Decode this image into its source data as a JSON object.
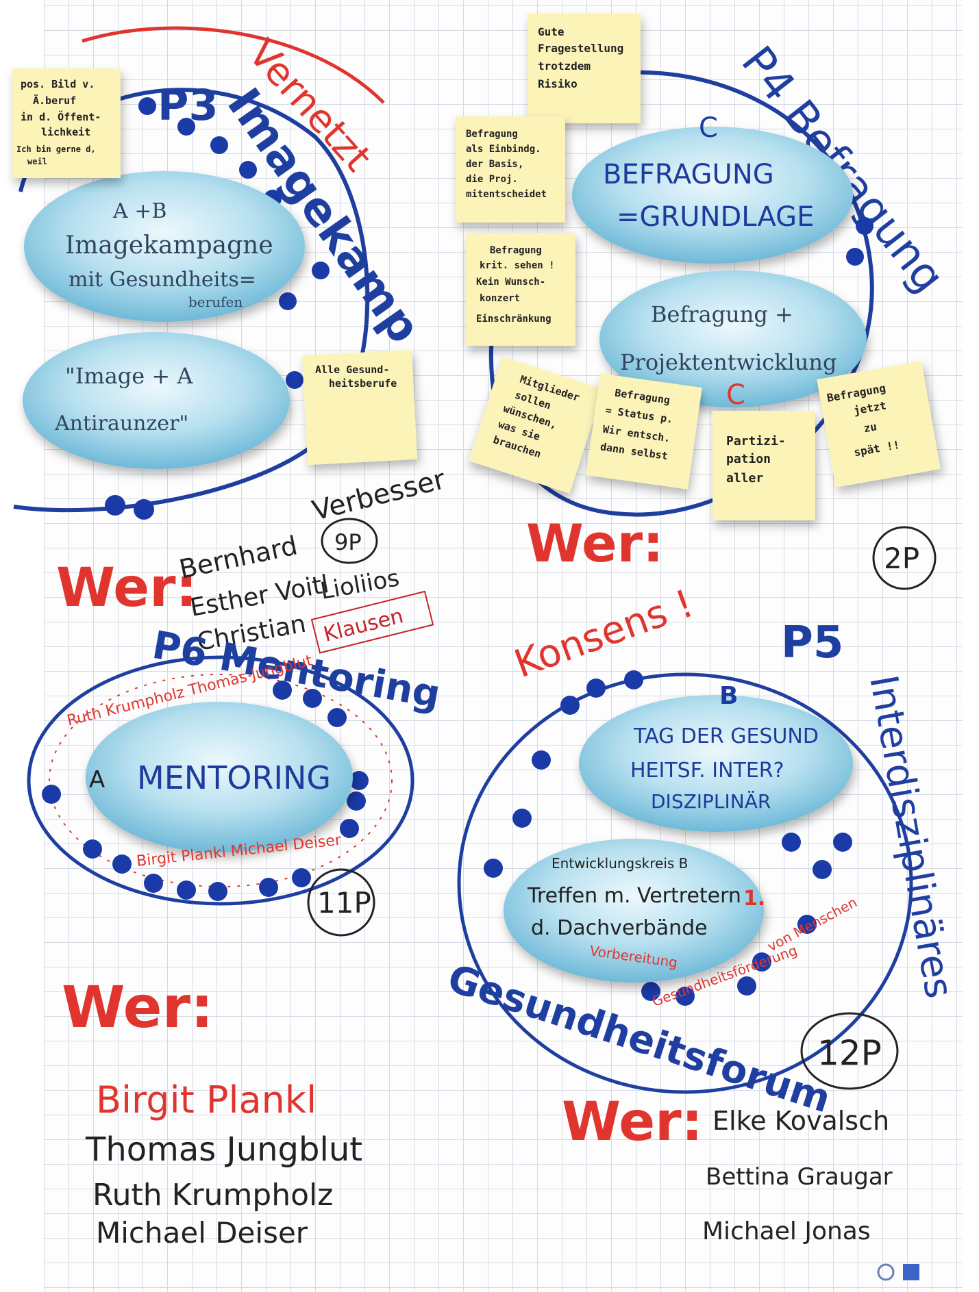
{
  "p3": {
    "heading_id": "P3",
    "heading_title": "Imagekamp",
    "topic_red": "Vernetzt",
    "ellipse1": {
      "line1": "A +B",
      "line2": "Imagekampagne",
      "line3": "mit Gesundheits=",
      "line4": "berufen"
    },
    "ellipse2": {
      "line1": "\"Image + A",
      "line2": "Antiraunzer\""
    },
    "note_top": [
      "pos. Bild v.",
      "Ä.beruf",
      "in d. Öffent-",
      "lichkeit",
      "Ich bin gerne d,",
      "weil"
    ],
    "note_right": [
      "Alle Gesund-",
      "heitsberufe"
    ],
    "side_label": "Verbesser",
    "points": "9P",
    "wer_label": "Wer:",
    "wer_names": [
      "Bernhard",
      "Esther Voitl",
      "Lioliios",
      "Christian"
    ],
    "wer_extra": "Klausen"
  },
  "p4": {
    "heading": "P4 Befragung",
    "ellipse1": {
      "line1": "BEFRAGUNG",
      "line2": "=GRUNDLAGE",
      "tag": "C"
    },
    "ellipse2": {
      "line1": "Befragung +",
      "line2": "Projektentwicklung",
      "tag": "C"
    },
    "note_top": [
      "Gute",
      "Fragestellung",
      "trotzdem",
      "Risiko"
    ],
    "note_left1": [
      "Befragung",
      "als Einbindg.",
      "der Basis,",
      "die Proj.",
      "mitentscheidet"
    ],
    "note_left2": [
      "Befragung",
      "krit. sehen !",
      "Kein Wunsch-",
      "konzert",
      "Einschränkung"
    ],
    "note_b1": [
      "Mitglieder",
      "sollen",
      "wünschen,",
      "was sie",
      "brauchen"
    ],
    "note_b2": [
      "Befragung",
      "= Status p.",
      "Wir entsch.",
      "dann selbst"
    ],
    "note_b3": [
      "Partizi-",
      "pation",
      "aller"
    ],
    "note_b4": [
      "Befragung",
      "jetzt",
      "zu",
      "spät !!"
    ],
    "wer_label": "Wer:",
    "points": "2P"
  },
  "p5": {
    "heading": "P5",
    "title_right": "Interdisziplinäres",
    "title_bottom": "Gesundheitsforum",
    "topic_red": "Konsens !",
    "ellipse1": {
      "tag": "B",
      "line1": "TAG DER GESUND",
      "line2": "HEITSF. INTER?",
      "line3": "DISZIPLINÄR"
    },
    "ellipse2": {
      "line1": "Entwicklungskreis B",
      "line2": "Treffen m. Vertretern",
      "line3": "d. Dachverbände",
      "num": "1.",
      "note1": "Vorbereitung",
      "note2": "Gesundheitsförderung",
      "note3": "von Menschen"
    },
    "points": "12P",
    "wer_label": "Wer:",
    "wer_names": [
      "Elke Kovalsch",
      "Bettina Graugar",
      "Michael Jonas"
    ]
  },
  "p6": {
    "heading": "P6 Mentoring",
    "ellipse": {
      "tag": "A",
      "text": "MENTORING"
    },
    "top_names": "Ruth Krumpholz  Thomas Jungblut",
    "bottom_names": "Birgit Plankl  Michael Deiser",
    "points": "11P",
    "wer_label": "Wer:",
    "wer_names": [
      "Birgit Plankl",
      "Thomas Jungblut",
      "Ruth Krumpholz",
      "Michael Deiser"
    ]
  },
  "colors": {
    "marker_blue": "#1f3fa0",
    "marker_red": "#e0352f",
    "dot_blue": "#1a3aa8",
    "sticky_yellow": "#fbf3b8",
    "ellipse_blue": "#a6d6ea"
  }
}
